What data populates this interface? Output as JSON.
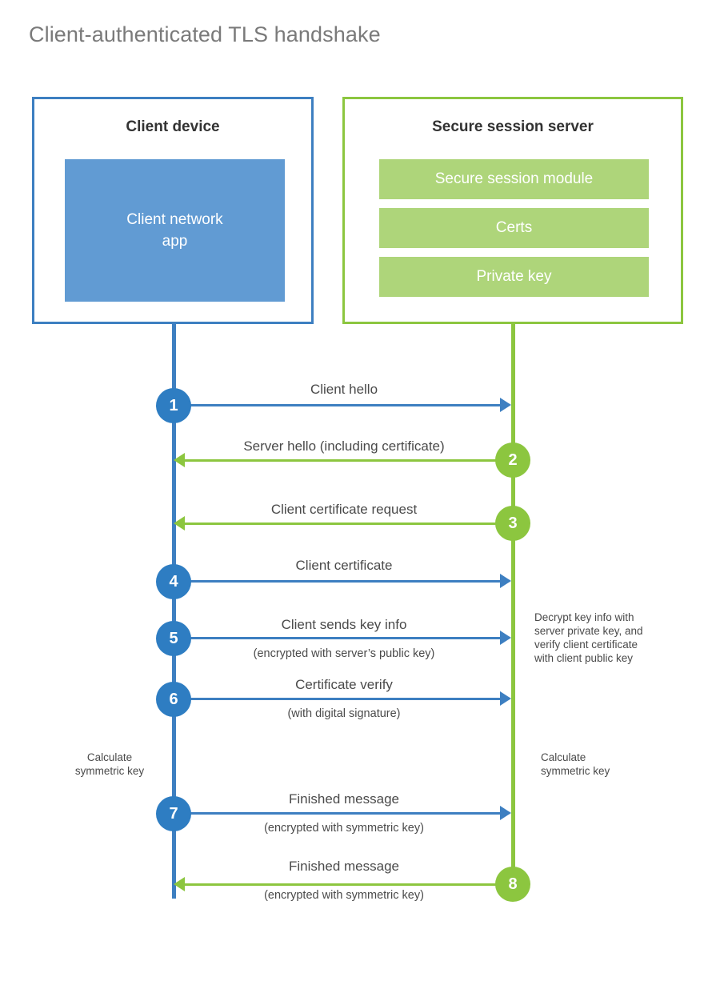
{
  "title": "Client-authenticated TLS handshake",
  "colors": {
    "client_blue": "#3D7FC1",
    "client_circle_blue": "#2E7DC2",
    "client_app_fill": "#619BD3",
    "server_green": "#8CC63F",
    "server_bar_fill": "#AED57A",
    "text_gray": "#4a4a4a",
    "title_gray": "#7a7a7a",
    "heading_dark": "#333333"
  },
  "client": {
    "title": "Client device",
    "app_label": "Client network\napp",
    "app_label_line1": "Client network",
    "app_label_line2": "app",
    "note": "Calculate\nsymmetric key",
    "note_line1": "Calculate",
    "note_line2": "symmetric key"
  },
  "server": {
    "title": "Secure session server",
    "bars": [
      {
        "label": "Secure session module"
      },
      {
        "label": "Certs"
      },
      {
        "label": "Private key"
      }
    ],
    "note": "Calculate\nsymmetric key",
    "note_line1": "Calculate",
    "note_line2": "symmetric key",
    "decrypt_note_line1": "Decrypt key info with",
    "decrypt_note_line2": "server private key, and",
    "decrypt_note_line3": "verify client certificate",
    "decrypt_note_line4": "with client public key"
  },
  "steps": [
    {
      "number": "1",
      "label": "Client hello",
      "sublabel": "",
      "direction": "client-to-server",
      "color": "blue"
    },
    {
      "number": "2",
      "label": "Server hello (including certificate)",
      "sublabel": "",
      "direction": "server-to-client",
      "color": "green"
    },
    {
      "number": "3",
      "label": "Client certificate request",
      "sublabel": "",
      "direction": "server-to-client",
      "color": "green"
    },
    {
      "number": "4",
      "label": "Client certificate",
      "sublabel": "",
      "direction": "client-to-server",
      "color": "blue"
    },
    {
      "number": "5",
      "label": "Client sends key info",
      "sublabel": "(encrypted with server’s public key)",
      "direction": "client-to-server",
      "color": "blue"
    },
    {
      "number": "6",
      "label": "Certificate verify",
      "sublabel": "(with digital signature)",
      "direction": "client-to-server",
      "color": "blue"
    },
    {
      "number": "7",
      "label": "Finished message",
      "sublabel": "(encrypted with symmetric key)",
      "direction": "client-to-server",
      "color": "blue"
    },
    {
      "number": "8",
      "label": "Finished message",
      "sublabel": "(encrypted with symmetric key)",
      "direction": "server-to-client",
      "color": "green"
    }
  ]
}
